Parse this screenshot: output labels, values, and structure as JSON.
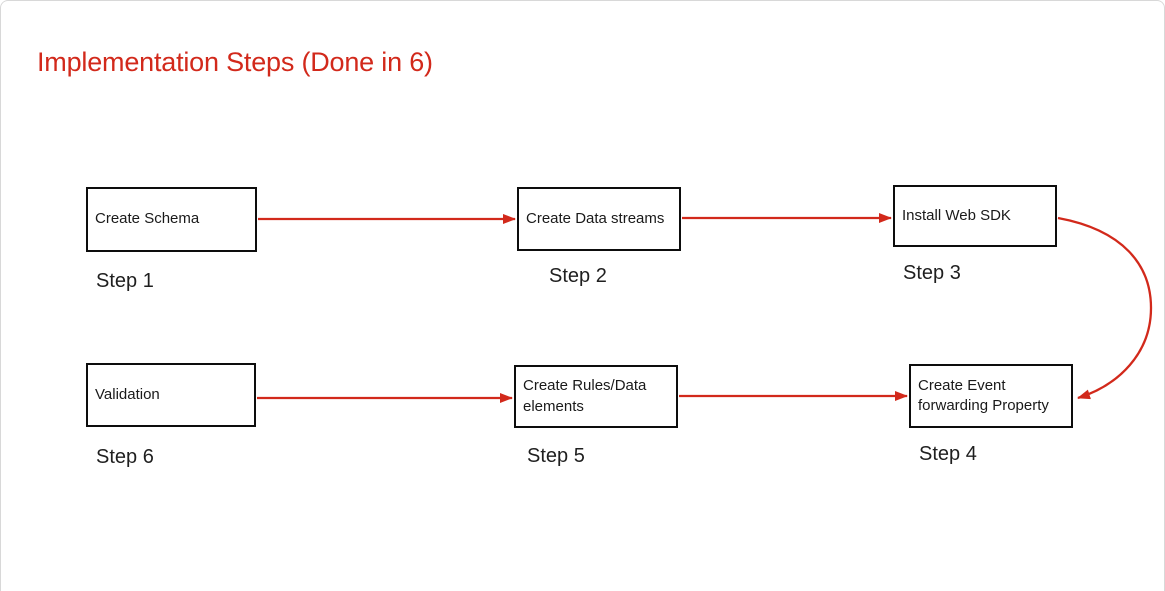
{
  "slide": {
    "title": "Implementation Steps (Done in 6)"
  },
  "colors": {
    "accent_red": "#d2291b",
    "box_border": "#0d0d0d"
  },
  "steps": [
    {
      "caption": "Step 1",
      "label": "Create Schema"
    },
    {
      "caption": "Step 2",
      "label": "Create Data streams"
    },
    {
      "caption": "Step 3",
      "label": "Install Web SDK"
    },
    {
      "caption": "Step 4",
      "label": "Create Event forwarding Property"
    },
    {
      "caption": "Step 5",
      "label": "Create Rules/Data elements"
    },
    {
      "caption": "Step 6",
      "label": "Validation"
    }
  ],
  "connections": [
    {
      "from": "Step 1",
      "to": "Step 2",
      "style": "straight"
    },
    {
      "from": "Step 2",
      "to": "Step 3",
      "style": "straight"
    },
    {
      "from": "Step 3",
      "to": "Step 4",
      "style": "curved"
    },
    {
      "from": "Step 6",
      "to": "Step 5",
      "style": "straight"
    },
    {
      "from": "Step 5",
      "to": "Step 4",
      "style": "straight"
    }
  ]
}
